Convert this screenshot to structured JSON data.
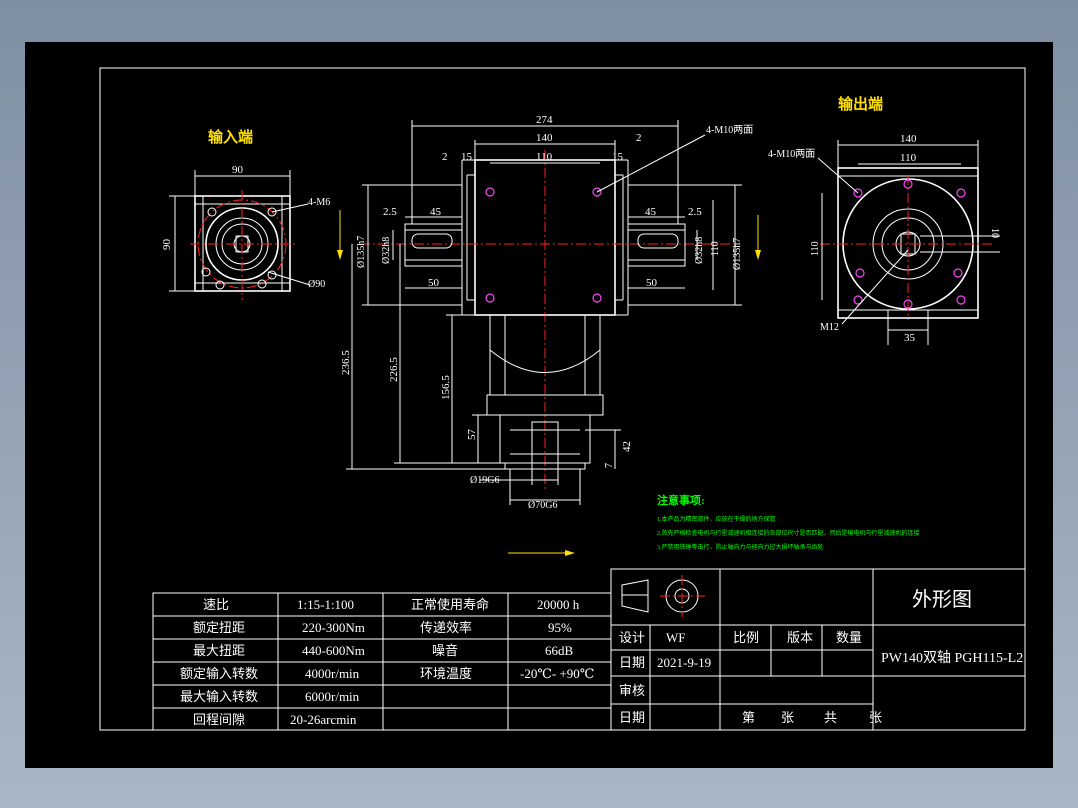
{
  "views": {
    "input_title": "输入端",
    "output_title": "输出端"
  },
  "dimensions": {
    "in_90_top": "90",
    "in_90_side": "90",
    "in_4m6": "4-M6",
    "in_d90": "Ø90",
    "total_274": "274",
    "mid_140": "140",
    "mid_110": "110",
    "left_2": "2",
    "left_15": "15",
    "right_15": "15",
    "right_2": "2",
    "m10_mid": "4-M10两面",
    "l_2_5": "2.5",
    "l_45": "45",
    "l_d135": "Ø135h7",
    "l_d32": "Ø32h8",
    "l_50": "50",
    "r_45": "45",
    "r_2_5": "2.5",
    "r_d32": "Ø32h8",
    "r_110": "110",
    "r_d135": "Ø135h7",
    "r_50": "50",
    "d_236_5": "236.5",
    "d_226_5": "226.5",
    "d_156_5": "156.5",
    "d_57": "57",
    "d_42": "42",
    "d_7": "7",
    "d_d19": "Ø19G6",
    "d_d70": "Ø70G6",
    "out_140": "140",
    "out_110": "110",
    "out_4m10": "4-M10两面",
    "out_110_side": "110",
    "out_10": "10",
    "out_m12": "M12",
    "out_35": "35"
  },
  "notes": {
    "title": "注意事项:",
    "line1": "1.本产品为精密部件，应放在干燥的地方保管",
    "line2": "2.首先严格检查电机与行星减速机相连接的各部位尺寸是否匹配，然后是输电机与行星减速机的连接",
    "line3": "3.严禁用铁锤等击打，防止轴向力与径向力过大损坏轴承与齿轮"
  },
  "specs": [
    {
      "label": "速比",
      "value": "1:15-1:100",
      "label2": "正常使用寿命",
      "value2": "20000 h"
    },
    {
      "label": "额定扭距",
      "value": "220-300Nm",
      "label2": "传递效率",
      "value2": "95%"
    },
    {
      "label": "最大扭距",
      "value": "440-600Nm",
      "label2": "噪音",
      "value2": "66dB"
    },
    {
      "label": "额定输入转数",
      "value": "4000r/min",
      "label2": "环境温度",
      "value2": "-20℃- +90℃"
    },
    {
      "label": "最大输入转数",
      "value": "6000r/min",
      "label2": "",
      "value2": ""
    },
    {
      "label": "回程间隙",
      "value": "20-26arcmin",
      "label2": "",
      "value2": ""
    }
  ],
  "title_block": {
    "drawing_title": "外形图",
    "part_name": "PW140双轴 PGH115-L2",
    "design_label": "设计",
    "designer": "WF",
    "date_label": "日期",
    "date": "2021-9-19",
    "review_label": "审核",
    "date2_label": "日期",
    "scale_label": "比例",
    "version_label": "版本",
    "qty_label": "数量",
    "sheet_no": "第",
    "sheet_zhang": "张",
    "sheet_total": "共",
    "sheet_zhang2": "张"
  }
}
